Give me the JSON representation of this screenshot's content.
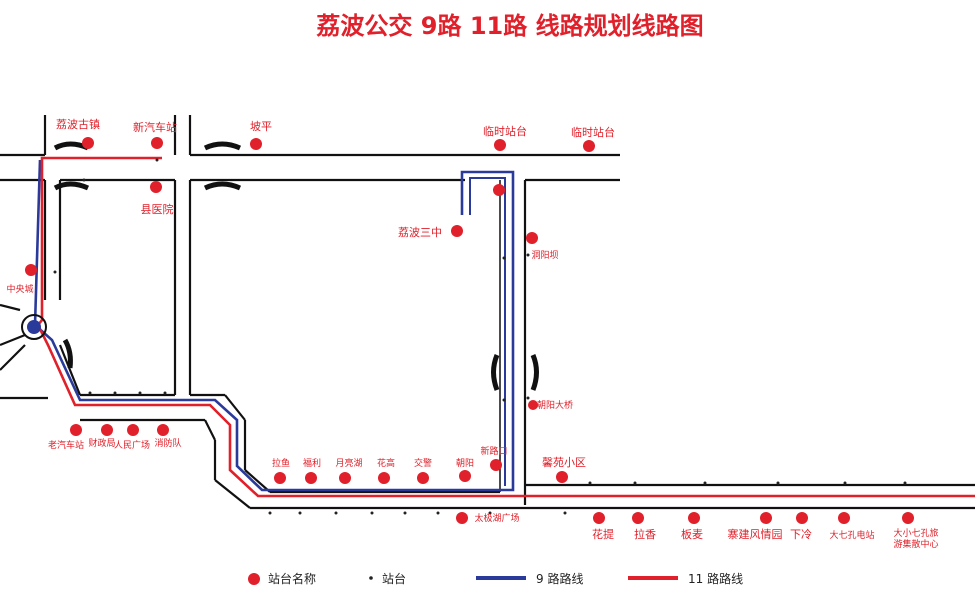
{
  "title": "荔波公交 9路 11路 线路规划线路图",
  "colors": {
    "title": "#e0202a",
    "stop_label": "#e0202a",
    "stop_marker": "#e0202a",
    "road": "#111111",
    "route9": "#2a3a9a",
    "route11": "#e0202a"
  },
  "stops": [
    {
      "name": "荔波古镇"
    },
    {
      "name": "新汽车站"
    },
    {
      "name": "坡平"
    },
    {
      "name": "临时站台"
    },
    {
      "name": "临时站台"
    },
    {
      "name": "县医院"
    },
    {
      "name": "荔波三中"
    },
    {
      "name": "洞阳坝"
    },
    {
      "name": "中央城"
    },
    {
      "name": "朝阳大桥"
    },
    {
      "name": "老汽车站"
    },
    {
      "name": "财政局"
    },
    {
      "name": "人民广场"
    },
    {
      "name": "消防队"
    },
    {
      "name": "拉鱼"
    },
    {
      "name": "福利"
    },
    {
      "name": "月亮湖"
    },
    {
      "name": "花高"
    },
    {
      "name": "交警"
    },
    {
      "name": "朝阳"
    },
    {
      "name": "新路口"
    },
    {
      "name": "馨苑小区"
    },
    {
      "name": "太极湖广场"
    },
    {
      "name": "花提"
    },
    {
      "name": "拉香"
    },
    {
      "name": "板麦"
    },
    {
      "name": "寨建风情园"
    },
    {
      "name": "下冷"
    },
    {
      "name": "大七孔电站"
    },
    {
      "name": "大小七孔旅"
    },
    {
      "name": "游集散中心"
    }
  ],
  "legend": {
    "stop_name": "站台名称",
    "platform": "站台",
    "route9": "9 路路线",
    "route11": "11 路路线"
  }
}
